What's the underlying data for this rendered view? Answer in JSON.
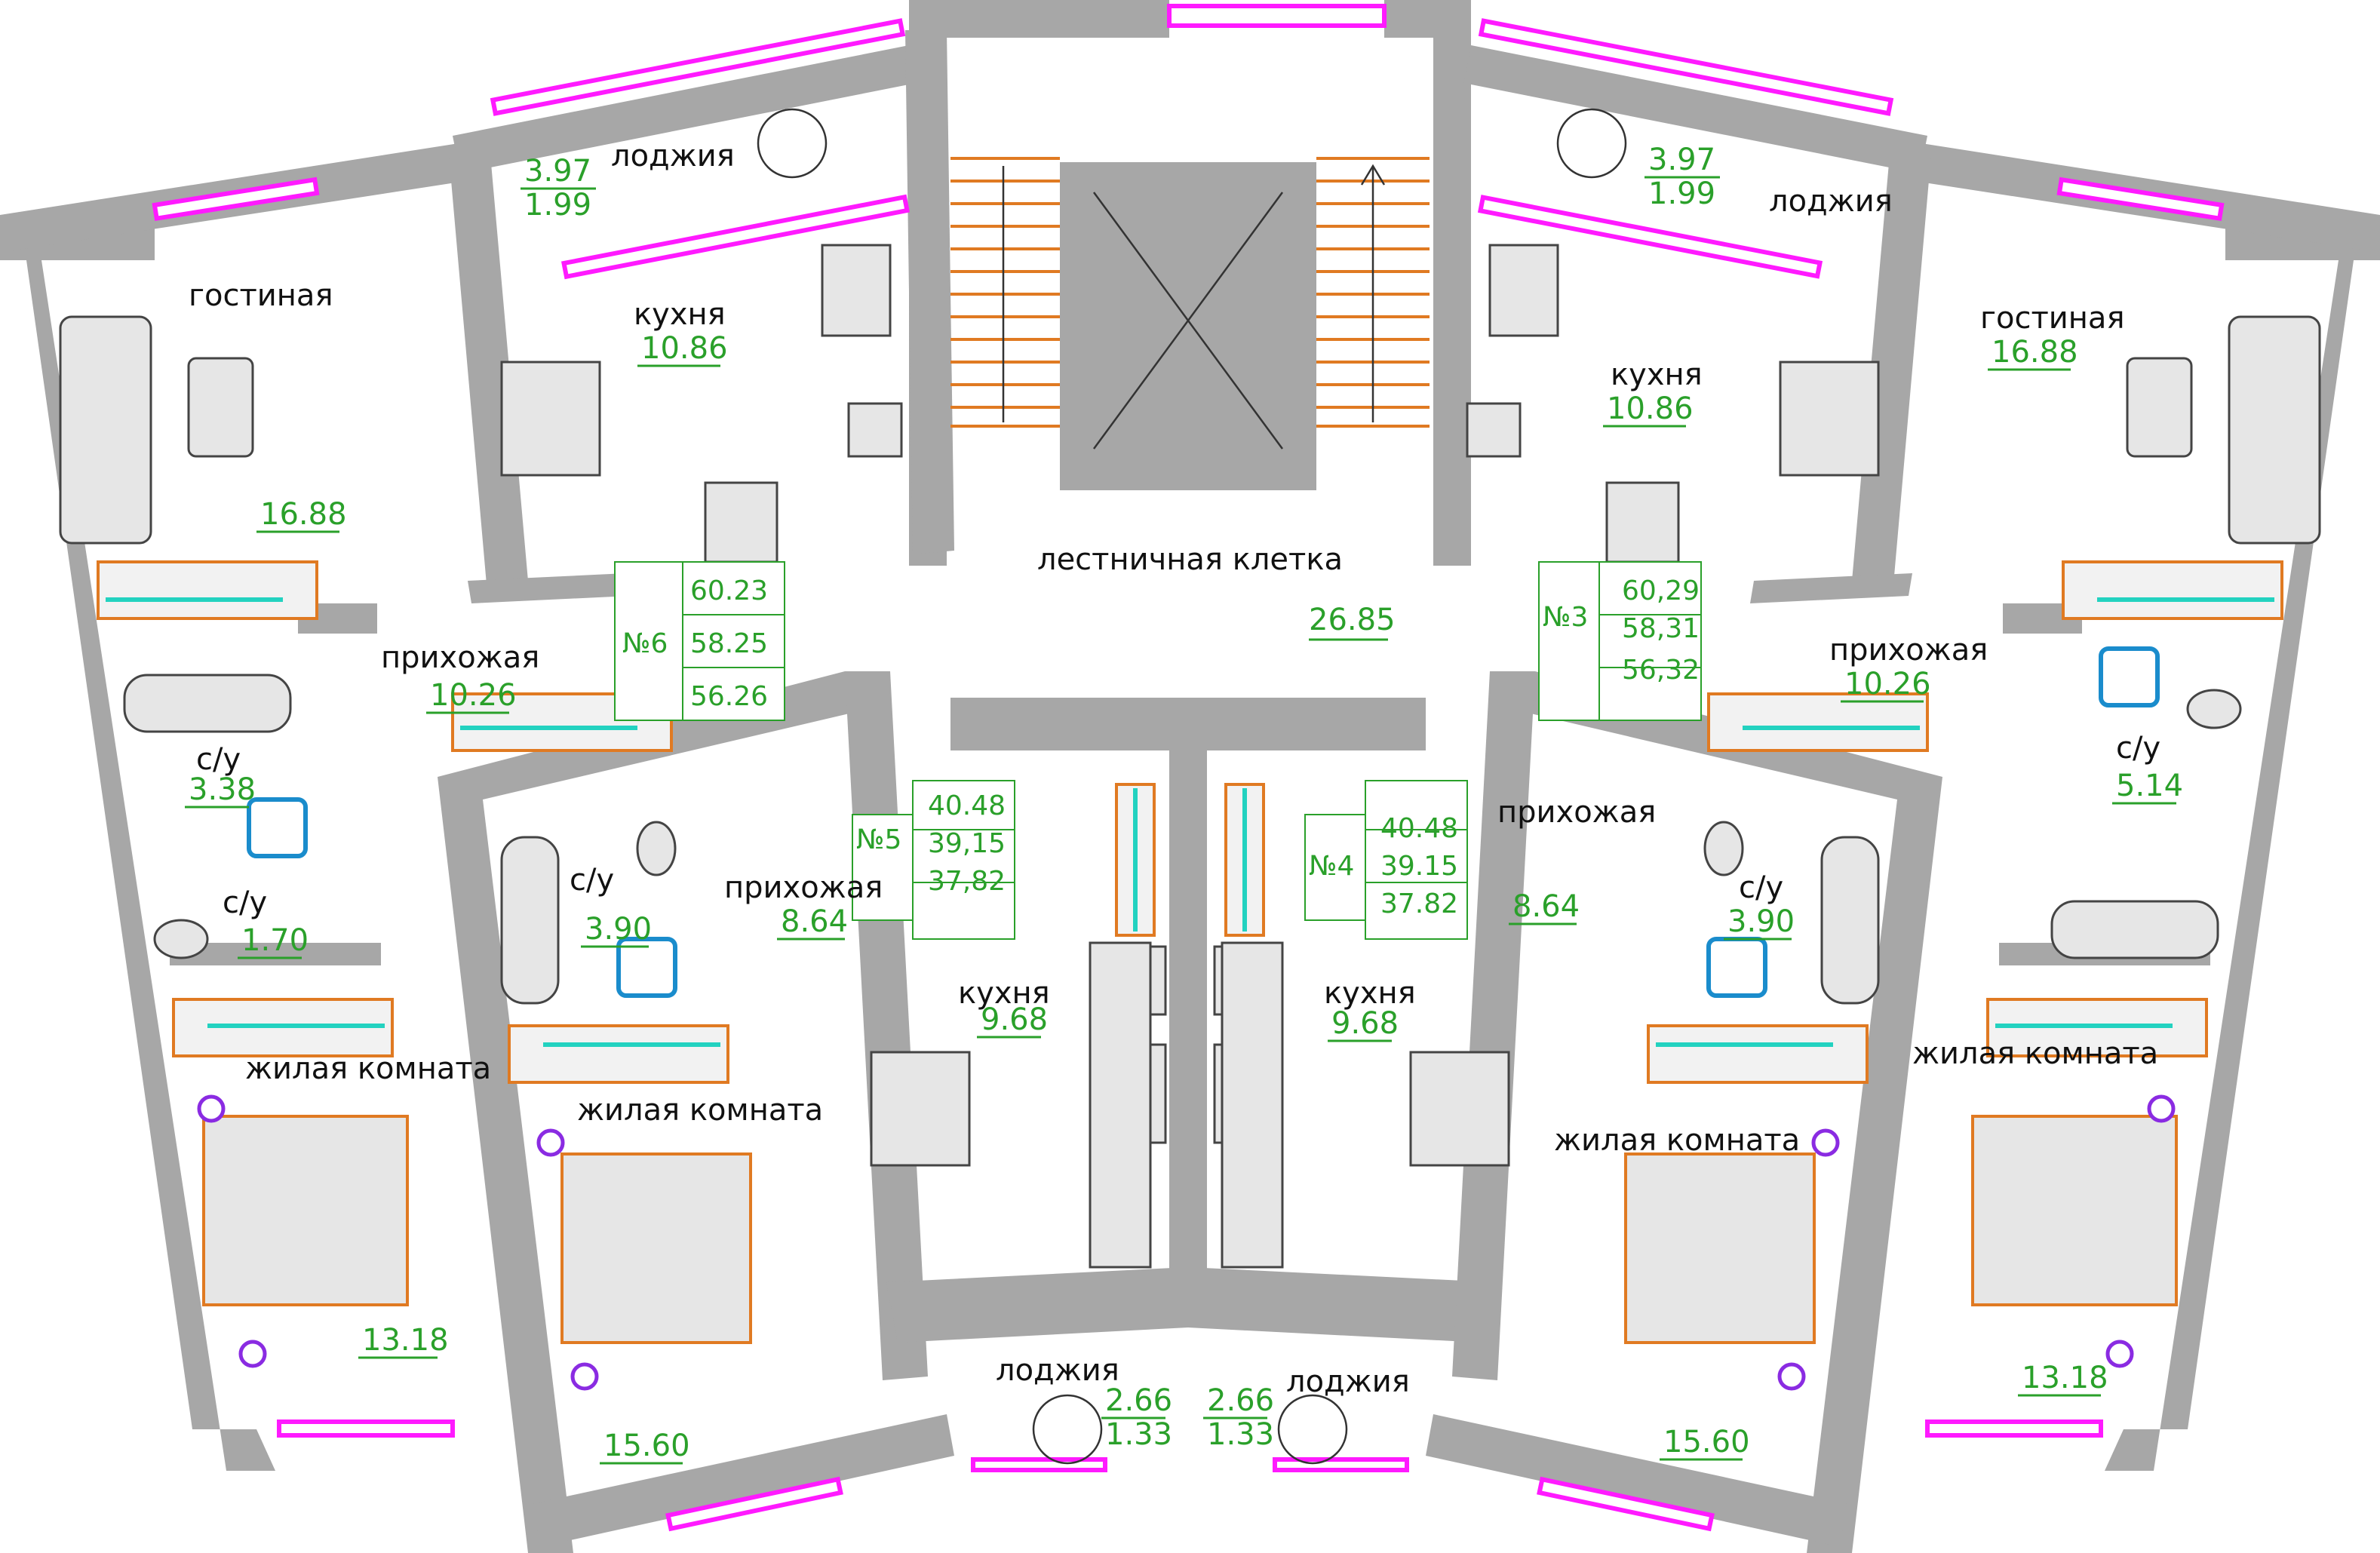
{
  "apartments": {
    "n6": {
      "number": "№6",
      "areas": [
        "60.23",
        "58.25",
        "56.26"
      ]
    },
    "n3": {
      "number": "№3",
      "areas": [
        "60,29",
        "58,31",
        "56,32"
      ]
    },
    "n5": {
      "number": "№5",
      "areas": [
        "40.48",
        "39,15",
        "37,82"
      ]
    },
    "n4": {
      "number": "№4",
      "areas": [
        "40.48",
        "39.15",
        "37.82"
      ]
    }
  },
  "staircase": {
    "label": "лестничная клетка",
    "area": "26.85"
  },
  "rooms": {
    "loggia_top_left": {
      "label": "лоджия",
      "area": "3.97",
      "area2": "1.99"
    },
    "loggia_top_right": {
      "label": "лоджия",
      "area": "3.97",
      "area2": "1.99"
    },
    "living_left": {
      "label": "гостиная",
      "area": "16.88"
    },
    "living_right": {
      "label": "гостиная",
      "area": "16.88"
    },
    "kitchen_tl": {
      "label": "кухня",
      "area": "10.86"
    },
    "kitchen_tr": {
      "label": "кухня",
      "area": "10.86"
    },
    "hall_6": {
      "label": "прихожая",
      "area": "10.26"
    },
    "hall_3": {
      "label": "прихожая",
      "area": "10.26"
    },
    "wc_left_1": {
      "label": "с/у",
      "area": "3.38"
    },
    "wc_left_2": {
      "label": "с/у",
      "area": "1.70"
    },
    "wc_5": {
      "label": "с/у",
      "area": "3.90"
    },
    "wc_4": {
      "label": "с/у",
      "area": "3.90"
    },
    "wc_right": {
      "label": "с/у",
      "area": "5.14"
    },
    "hall_5": {
      "label": "прихожая",
      "area": "8.64"
    },
    "hall_4": {
      "label": "прихожая",
      "area": "8.64"
    },
    "kitchen_5": {
      "label": "кухня",
      "area": "9.68"
    },
    "kitchen_4": {
      "label": "кухня",
      "area": "9.68"
    },
    "bed_ll": {
      "label": "жилая комната",
      "area": "13.18"
    },
    "bed_lc": {
      "label": "жилая комната",
      "area": "15.60"
    },
    "bed_rc": {
      "label": "жилая комната",
      "area": "15.60"
    },
    "bed_rr": {
      "label": "жилая комната",
      "area": "13.18"
    },
    "loggia_bl": {
      "label": "лоджия",
      "area": "2.66",
      "area2": "1.33"
    },
    "loggia_br": {
      "label": "лоджия",
      "area": "2.66",
      "area2": "1.33"
    }
  },
  "colors": {
    "wall": "#a7a7a7",
    "window": "#ff1aff",
    "area_text": "#2aa02a",
    "stair": "#e07a22",
    "wardrobe_rail": "#23d2c0",
    "appliance": "#1a8ccc",
    "pillow": "#8a2be2"
  }
}
